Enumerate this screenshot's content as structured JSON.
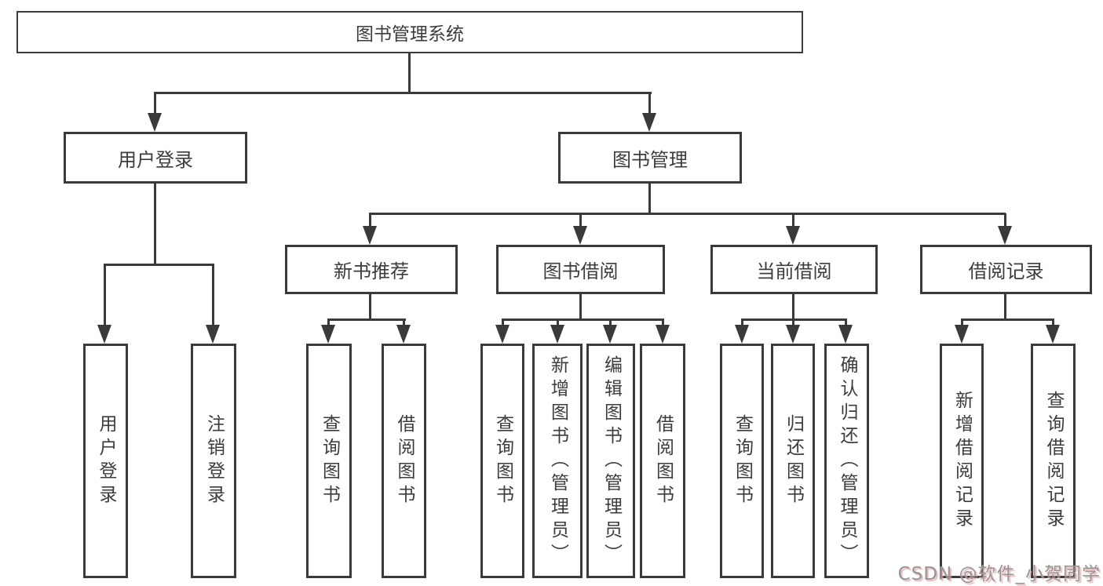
{
  "tree": {
    "root": {
      "label": "图书管理系统",
      "children": [
        {
          "label": "用户登录",
          "children": [
            {
              "label": "用户登录"
            },
            {
              "label": "注销登录"
            }
          ]
        },
        {
          "label": "图书管理",
          "children": [
            {
              "label": "新书推荐",
              "children": [
                {
                  "label": "查询图书"
                },
                {
                  "label": "借阅图书"
                }
              ]
            },
            {
              "label": "图书借阅",
              "children": [
                {
                  "label": "查询图书"
                },
                {
                  "label": "新增图书（管理员）"
                },
                {
                  "label": "编辑图书（管理员）"
                },
                {
                  "label": "借阅图书"
                }
              ]
            },
            {
              "label": "当前借阅",
              "children": [
                {
                  "label": "查询图书"
                },
                {
                  "label": "归还图书"
                },
                {
                  "label": "确认归还（管理员）"
                }
              ]
            },
            {
              "label": "借阅记录",
              "children": [
                {
                  "label": "新增借阅记录"
                },
                {
                  "label": "查询借阅记录"
                }
              ]
            }
          ]
        }
      ]
    }
  },
  "watermark": {
    "text": "CSDN @软件_小贺同学"
  },
  "colors": {
    "background": "#ffffff",
    "line": "#3a3a3a",
    "text": "#3c3c3c",
    "watermark": "#969696",
    "watermark_shadow": "#e79e9e"
  }
}
